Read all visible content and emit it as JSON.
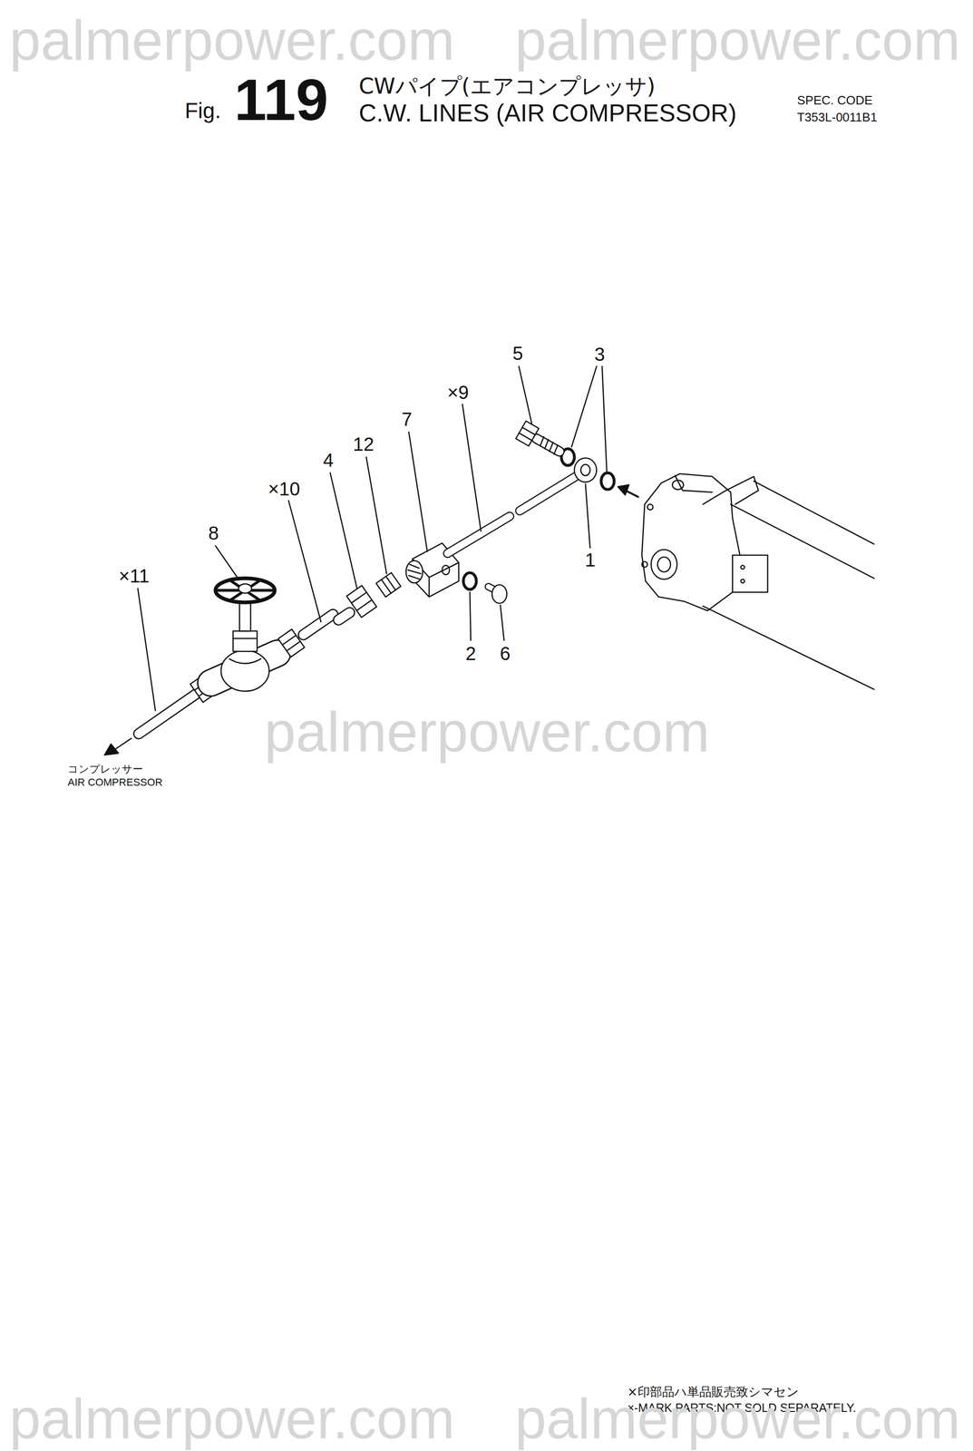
{
  "diagram": {
    "title": "C.W. LINES (AIR COMPRESSOR)",
    "labels": [
      "palmerpower.com",
      "palmerpower.com",
      "Fig.",
      "119",
      "CWパイプ(エアコンプレッサ)",
      "SPEC. CODE",
      "T353L-0011B1",
      "5",
      "3",
      "×9",
      "7",
      "12",
      "4",
      "×10",
      "8",
      "×11",
      "1",
      "2",
      "6",
      "palmerpower.com",
      "コンプレッサー",
      "AIR COMPRESSOR",
      "×印部品ハ単品販売致シマセン",
      "×-MARK PARTS:NOT SOLD SEPARATELY.",
      "palmerpower.com",
      "palmerpower.com"
    ]
  }
}
